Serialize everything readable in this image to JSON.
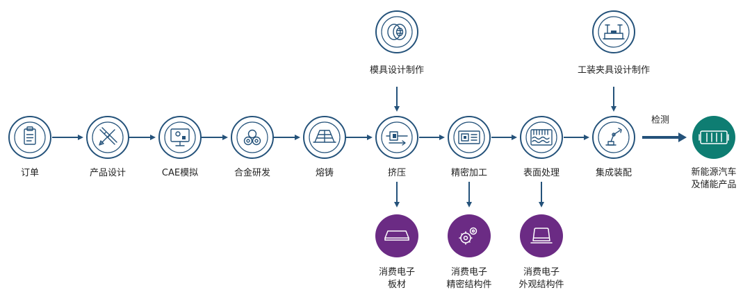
{
  "process_steps": [
    {
      "label": "订单",
      "icon": "clipboard-icon"
    },
    {
      "label": "产品设计",
      "icon": "design-tools-icon"
    },
    {
      "label": "CAE模拟",
      "icon": "monitor-simulation-icon"
    },
    {
      "label": "合金研发",
      "icon": "alloy-ingots-icon"
    },
    {
      "label": "熔铸",
      "icon": "casting-furnace-icon"
    },
    {
      "label": "挤压",
      "icon": "extrusion-press-icon"
    },
    {
      "label": "精密加工",
      "icon": "cnc-machine-icon"
    },
    {
      "label": "表面处理",
      "icon": "surface-treatment-icon"
    },
    {
      "label": "集成装配",
      "icon": "robot-arm-icon"
    }
  ],
  "inputs": [
    {
      "label": "模具设计制作",
      "icon": "die-mold-icon"
    },
    {
      "label": "工装夹具设计制作",
      "icon": "fixture-icon"
    }
  ],
  "check_label": "检测",
  "final_product": {
    "line1": "新能源汽车",
    "line2": "及储能产品",
    "icon": "battery-pack-icon"
  },
  "consumer_outputs": [
    {
      "line1": "消费电子",
      "line2": "板材",
      "icon": "sheet-plate-icon"
    },
    {
      "line1": "消费电子",
      "line2": "精密结构件",
      "icon": "gears-icon"
    },
    {
      "line1": "消费电子",
      "line2": "外观结构件",
      "icon": "laptop-shell-icon"
    }
  ],
  "colors": {
    "node_stroke": "#24527a",
    "consumer": "#6b2b84",
    "final": "#0e7d72"
  }
}
